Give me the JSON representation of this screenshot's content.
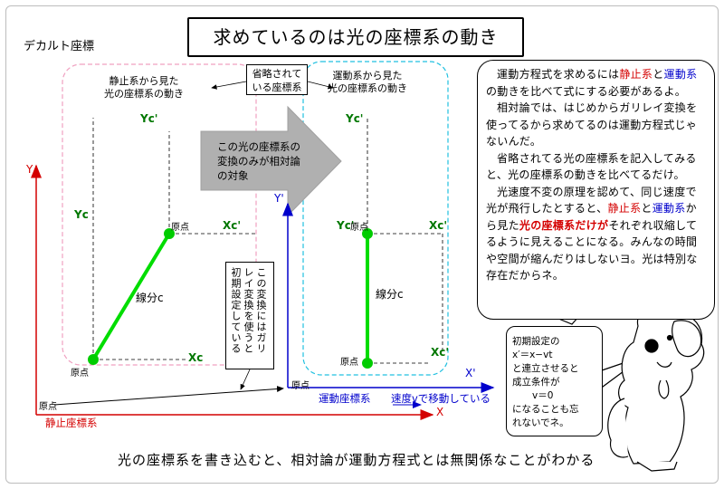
{
  "title": "求めているのは光の座標系の動き",
  "top_left_label": "デカルト座標",
  "left_frame_caption": [
    "静止系から見た",
    "光の座標系の動き"
  ],
  "omitted_label": [
    "省略されて",
    "いる座標系"
  ],
  "right_frame_caption": [
    "運動系から見た",
    "光の座標系の動き"
  ],
  "arrow_text": [
    "この光の座標系の",
    "変換のみが相対論",
    "の対象"
  ],
  "left_diagram": {
    "yc_top": "Yc'",
    "yc": "Yc",
    "xc_prime": "Xc'",
    "xc": "Xc",
    "origin_upper": "原点",
    "origin_lower": "原点",
    "segment_label": "線分c"
  },
  "right_diagram": {
    "yc_top": "Yc'",
    "yc_prime_mid": "Yc'",
    "xc_prime_mid": "Xc'",
    "xc_prime_low": "Xc'",
    "origin_mid": "原点",
    "origin_low": "原点",
    "segment_label": "線分c"
  },
  "axes": {
    "y": "Y",
    "y_prime": "Y'",
    "x": "X",
    "x_prime": "X'",
    "origin_rest": "原点",
    "origin_moving": "原点",
    "rest_frame": "静止座標系",
    "moving_frame": "運動座標系",
    "velocity_note": "速度vで移動している"
  },
  "vertical_note": [
    "この変換にはガリ",
    "レイ変換を使うと",
    "初期設定している"
  ],
  "callout": {
    "paragraphs": [
      [
        {
          "t": "運動方程式を求めるには",
          "c": ""
        },
        {
          "t": "静止系",
          "c": "red"
        },
        {
          "t": "と",
          "c": ""
        },
        {
          "t": "運動系",
          "c": "blue"
        },
        {
          "t": "の動きを比べて式にする必要があるよ。",
          "c": ""
        }
      ],
      [
        {
          "t": "相対論では、はじめからガリレイ変換を使ってるから求めてるのは運動方程式じゃないんだ。",
          "c": ""
        }
      ],
      [
        {
          "t": "省略されてる光の座標系を記入してみると、光の座標系の動きを比べてるだけ。",
          "c": ""
        }
      ],
      [
        {
          "t": "光速度不変の原理を認めて、同じ速度で光が飛行したとすると、",
          "c": ""
        },
        {
          "t": "静止系",
          "c": "red"
        },
        {
          "t": "と",
          "c": ""
        },
        {
          "t": "運動系",
          "c": "blue"
        },
        {
          "t": "から見た",
          "c": ""
        },
        {
          "t": "光の座標系だけが",
          "c": "boldred"
        },
        {
          "t": "それぞれ収縮してるように見えることになる。みんなの時間や空間が縮んだりはしないヨ。光は特別な存在だからネ。",
          "c": ""
        }
      ]
    ]
  },
  "dog_note": [
    "初期設定の",
    "x′＝x−vt",
    "と連立させると",
    "成立条件が",
    "v＝0",
    "になることも忘",
    "れないでネ。"
  ],
  "bottom_caption": "光の座標系を書き込むと、相対論が運動方程式とは無関係なことがわかる",
  "colors": {
    "rest": "#d40000",
    "moving": "#0000cc",
    "light": "#00aa00",
    "light_label": "#007700",
    "arrow_fill": "#b0b0b0",
    "pink_frame": "#f0a0c0",
    "cyan_frame": "#20c0e0"
  }
}
